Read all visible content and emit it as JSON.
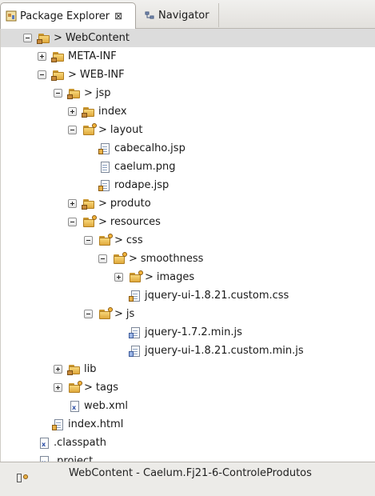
{
  "tabs": {
    "package_explorer": "Package Explorer",
    "package_explorer_close": "⊠",
    "navigator": "Navigator"
  },
  "tree": [
    {
      "label": "WebContent",
      "prefix": ">",
      "icon": "folder",
      "overlay": "package",
      "twisty": "minus",
      "selected": true
    },
    {
      "label": "META-INF",
      "prefix": "",
      "icon": "folder",
      "overlay": "package",
      "twisty": "plus"
    },
    {
      "label": "WEB-INF",
      "prefix": ">",
      "icon": "folder",
      "overlay": "package",
      "twisty": "minus"
    },
    {
      "label": "jsp",
      "prefix": ">",
      "icon": "folder",
      "overlay": "package",
      "twisty": "minus"
    },
    {
      "label": "index",
      "prefix": "",
      "icon": "folder",
      "overlay": "package",
      "twisty": "plus"
    },
    {
      "label": "layout",
      "prefix": ">",
      "icon": "folder",
      "overlay": "decorator",
      "twisty": "minus"
    },
    {
      "label": "cabecalho.jsp",
      "prefix": "",
      "icon": "file",
      "overlay": "jsp"
    },
    {
      "label": "caelum.png",
      "prefix": "",
      "icon": "file",
      "overlay": "image"
    },
    {
      "label": "rodape.jsp",
      "prefix": "",
      "icon": "file",
      "overlay": "jsp"
    },
    {
      "label": "produto",
      "prefix": ">",
      "icon": "folder",
      "overlay": "package",
      "twisty": "plus"
    },
    {
      "label": "resources",
      "prefix": ">",
      "icon": "folder",
      "overlay": "decorator",
      "twisty": "minus"
    },
    {
      "label": "css",
      "prefix": ">",
      "icon": "folder",
      "overlay": "decorator",
      "twisty": "minus"
    },
    {
      "label": "smoothness",
      "prefix": ">",
      "icon": "folder",
      "overlay": "decorator",
      "twisty": "minus"
    },
    {
      "label": "images",
      "prefix": ">",
      "icon": "folder",
      "overlay": "decorator",
      "twisty": "plus"
    },
    {
      "label": "jquery-ui-1.8.21.custom.css",
      "prefix": "",
      "icon": "file",
      "overlay": "css"
    },
    {
      "label": "js",
      "prefix": ">",
      "icon": "folder",
      "overlay": "decorator",
      "twisty": "minus"
    },
    {
      "label": "jquery-1.7.2.min.js",
      "prefix": "",
      "icon": "file",
      "overlay": "js"
    },
    {
      "label": "jquery-ui-1.8.21.custom.min.js",
      "prefix": "",
      "icon": "file",
      "overlay": "js"
    },
    {
      "label": "lib",
      "prefix": "",
      "icon": "folder",
      "overlay": "package",
      "twisty": "plus"
    },
    {
      "label": "tags",
      "prefix": ">",
      "icon": "folder",
      "overlay": "decorator",
      "twisty": "plus"
    },
    {
      "label": "web.xml",
      "prefix": "",
      "icon": "file",
      "overlay": "xml"
    },
    {
      "label": "index.html",
      "prefix": "",
      "icon": "file",
      "overlay": "jsp"
    },
    {
      "label": ".classpath",
      "prefix": "",
      "icon": "file",
      "overlay": "xml"
    },
    {
      "label": ".project",
      "prefix": "",
      "icon": "file",
      "overlay": "xml"
    }
  ],
  "status": {
    "text": "WebContent - Caelum.Fj21-6-ControleProdutos"
  }
}
